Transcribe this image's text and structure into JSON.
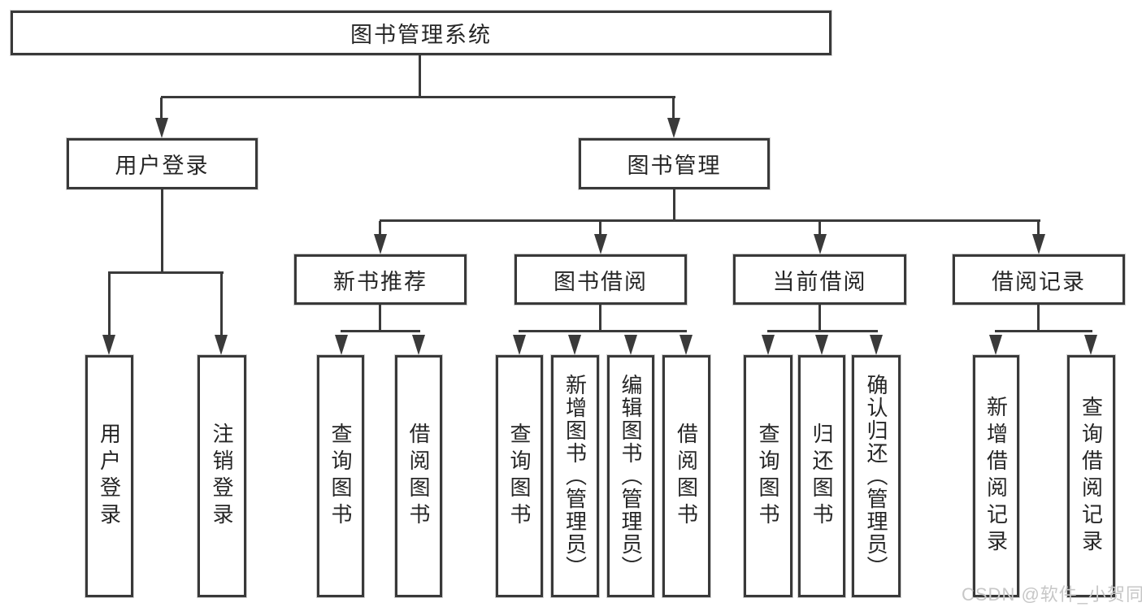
{
  "nodes": {
    "root": "图书管理系统",
    "user_login": "用户登录",
    "book_mgmt": "图书管理",
    "new_book": "新书推荐",
    "book_borrow": "图书借阅",
    "current_borrow": "当前借阅",
    "borrow_record": "借阅记录"
  },
  "leaves": {
    "user_login": [
      "用户登录",
      "注销登录"
    ],
    "new_book": [
      "查询图书",
      "借阅图书"
    ],
    "book_borrow": [
      "查询图书",
      "新增图书（管理员）",
      "编辑图书（管理员）",
      "借阅图书"
    ],
    "current_borrow": [
      "查询图书",
      "归还图书",
      "确认归还（管理员）"
    ],
    "borrow_record": [
      "新增借阅记录",
      "查询借阅记录"
    ]
  },
  "colors": {
    "line": "#3a3a3a",
    "border": "#393939",
    "text": "#262626",
    "watermark": "#c7c7c7"
  },
  "watermark": "CSDN @软件_小贺同学"
}
